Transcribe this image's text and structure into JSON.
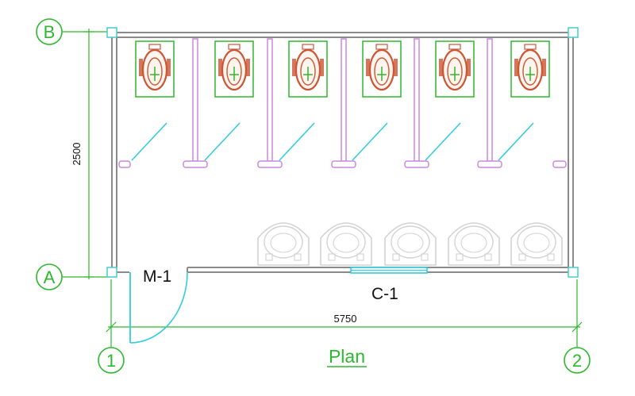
{
  "grid": {
    "row_top": "B",
    "row_bottom": "A",
    "col_left": "1",
    "col_right": "2"
  },
  "dimensions": {
    "depth": "2500",
    "width": "5750"
  },
  "tags": {
    "door": "M-1",
    "window": "C-1"
  },
  "title": "Plan",
  "fixtures": {
    "squat_toilet_count": 6,
    "wash_basin_count": 5
  },
  "colors": {
    "grid_line": "#2db82d",
    "wall": "#8a8a8a",
    "partition": "#cc88dd",
    "door_swing": "#33ccdd",
    "window": "#33ccdd",
    "toilet_outline": "#2db82d",
    "toilet_body": "#cc5533",
    "basin": "#d2d2d2",
    "column": "#44cccc",
    "text": "#111111",
    "title": "#2db82d"
  }
}
